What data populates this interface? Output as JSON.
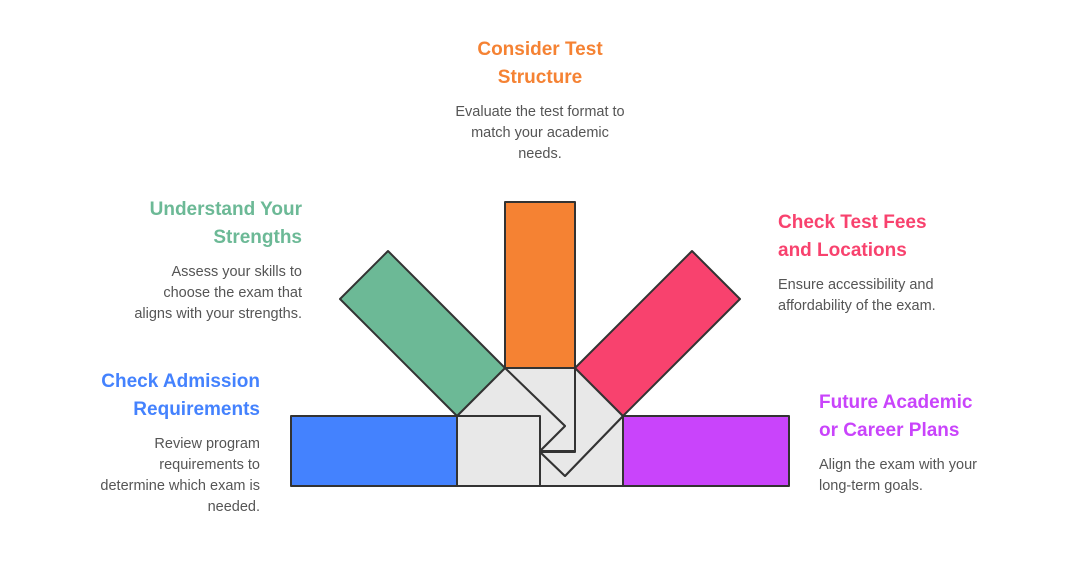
{
  "colors": {
    "structure": "#F58233",
    "strengths": "#6CB996",
    "fees": "#F8426E",
    "admission": "#4482FE",
    "plans": "#C944FB",
    "hub": "#E8E8E8",
    "outline": "#333333",
    "desc_text": "#555555"
  },
  "items": {
    "structure": {
      "title": "Consider Test Structure",
      "title_lines": [
        "Consider Test",
        "Structure"
      ],
      "description_lines": [
        "Evaluate the test format to",
        "match your academic",
        "needs."
      ]
    },
    "strengths": {
      "title": "Understand Your Strengths",
      "title_lines": [
        "Understand Your",
        "Strengths"
      ],
      "description_lines": [
        "Assess your skills to",
        "choose the exam that",
        "aligns with your strengths."
      ]
    },
    "fees": {
      "title": "Check Test Fees and Locations",
      "title_lines": [
        "Check Test Fees",
        "and Locations"
      ],
      "description_lines": [
        "Ensure accessibility and",
        "affordability of the exam."
      ]
    },
    "admission": {
      "title": "Check Admission Requirements",
      "title_lines": [
        "Check Admission",
        "Requirements"
      ],
      "description_lines": [
        "Review program",
        "requirements to",
        "determine which exam is",
        "needed."
      ]
    },
    "plans": {
      "title": "Future Academic or Career Plans",
      "title_lines": [
        "Future Academic",
        "or Career Plans"
      ],
      "description_lines": [
        "Align the exam with your",
        "long-term goals."
      ]
    }
  }
}
